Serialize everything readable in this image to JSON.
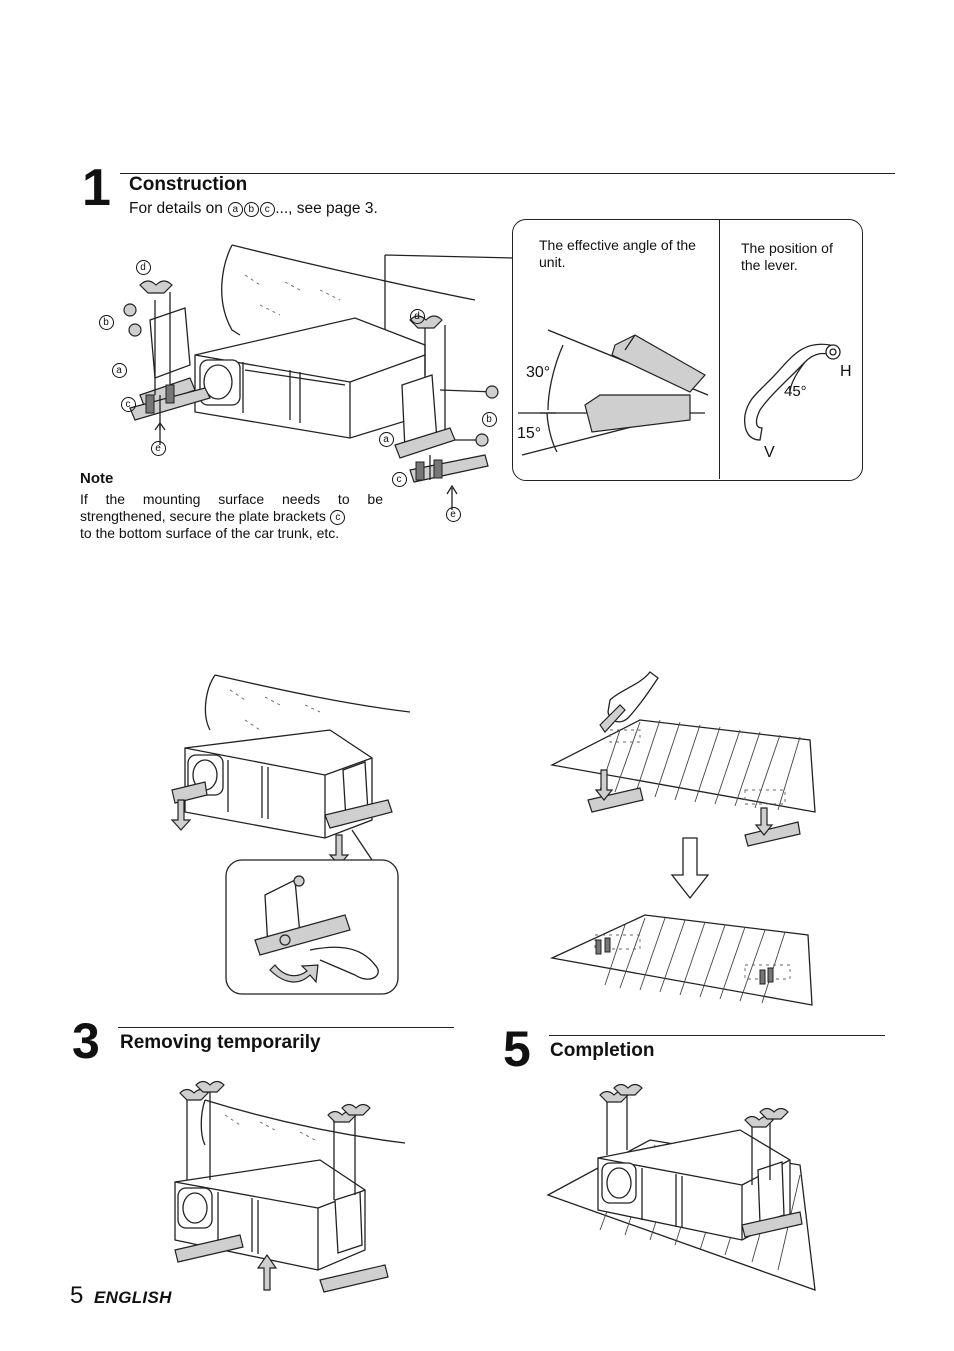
{
  "section1": {
    "number": "1",
    "title": "Construction",
    "details_prefix": "For details on ",
    "details_marks": [
      "a",
      "b",
      "c"
    ],
    "details_suffix": "..., see page 3."
  },
  "note": {
    "title": "Note",
    "lines": [
      "If the mounting surface needs to be",
      "strengthened, secure the plate brackets",
      "to the bottom surface of the car trunk, etc."
    ],
    "mark": "c"
  },
  "angle_panel": {
    "angle_text": "The effective angle of the unit.",
    "angle_upper": "30°",
    "angle_lower": "15°",
    "lever_text": "The position of the lever.",
    "lever_angle": "45°",
    "lever_h": "H",
    "lever_v": "V"
  },
  "callouts": {
    "a": "a",
    "b": "b",
    "c": "c",
    "d": "d",
    "e": "e"
  },
  "section3": {
    "number": "3",
    "title": "Removing temporarily"
  },
  "section5": {
    "number": "5",
    "title": "Completion"
  },
  "footer": {
    "page_number": "5",
    "language": "ENGLISH"
  }
}
